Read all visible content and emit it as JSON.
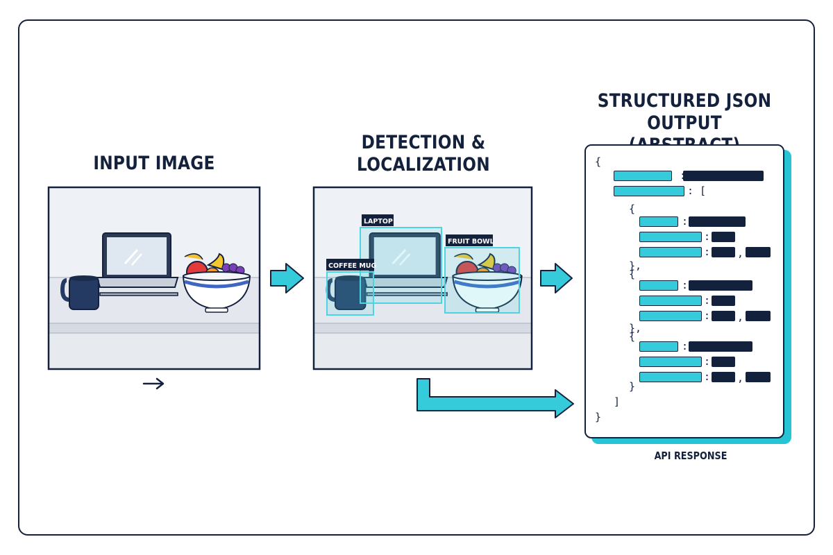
{
  "stages": {
    "input_title": "INPUT IMAGE",
    "detection_title_line1": "DETECTION &",
    "detection_title_line2": "LOCALIZATION",
    "output_title_line1": "STRUCTURED JSON OUTPUT",
    "output_title_line2": "(ABSTRACT)"
  },
  "detections": {
    "laptop": "LAPTOP",
    "fruit_bowl": "FRUIT BOWL",
    "coffee_mug": "COFFEE MUG"
  },
  "json_card": {
    "open_brace": "{",
    "close_brace": "}",
    "array_open": ": [",
    "array_close": "]",
    "colon": ":",
    "comma": ",",
    "obj_open": "{",
    "obj_close_comma": "},",
    "obj_close": "}"
  },
  "caption": "API RESPONSE",
  "colors": {
    "navy": "#14213d",
    "cyan": "#27c4d6",
    "detection_box": "#4fd3e0",
    "scene_bg": "#eef1f5"
  }
}
